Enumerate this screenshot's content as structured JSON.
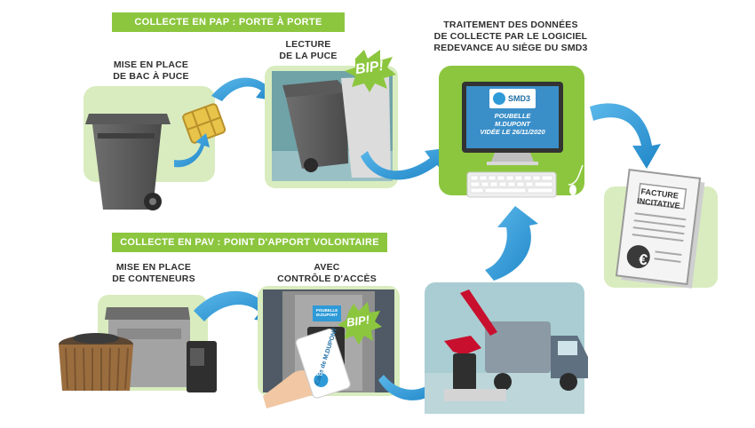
{
  "banners": {
    "pap": "COLLECTE EN PAP : PORTE À PORTE",
    "pav": "COLLECTE EN PAV : POINT D'APPORT VOLONTAIRE"
  },
  "steps": {
    "bac": [
      "MISE EN PLACE",
      "DE BAC À PUCE"
    ],
    "puce": [
      "LECTURE",
      "DE LA PUCE"
    ],
    "traitement": [
      "TRAITEMENT DES DONNÉES",
      "DE COLLECTE PAR LE LOGICIEL",
      "REDEVANCE AU SIÈGE DU SMD3"
    ],
    "conteneurs": [
      "MISE EN PLACE",
      "DE CONTENEURS"
    ],
    "controle": [
      "AVEC",
      "CONTRÔLE D'ACCÈS"
    ]
  },
  "screen": {
    "logo": "SMD3",
    "lines": [
      "POUBELLE",
      "M.DUPONT",
      "VIDÉE LE 26/11/2020"
    ]
  },
  "bip": "BIP!",
  "invoice": {
    "title": [
      "FACTURE",
      "INCITATIVE"
    ],
    "currency_symbol": "€"
  },
  "card": {
    "text": "Carte de M.DUPONT",
    "logo": "SMD3"
  },
  "pav_sign": [
    "POUBELLE",
    "M.DUPONT"
  ],
  "colors": {
    "green": "#8cc63f",
    "light_green": "#d9ecbf",
    "blue_arrow": "#2e9ad8",
    "dark_text": "#2f2f2f"
  }
}
